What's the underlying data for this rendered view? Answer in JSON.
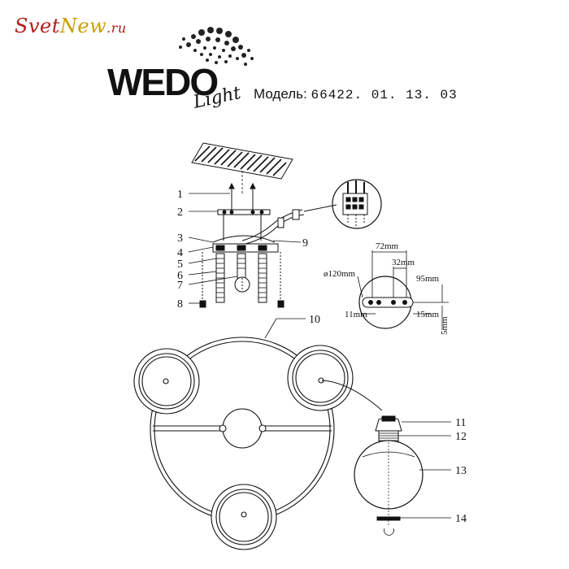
{
  "watermark": {
    "part1": "Svet",
    "part2": "New",
    "part3": ".ru"
  },
  "brand": {
    "name": "WEDO",
    "sub": "Light"
  },
  "model": {
    "label": "Модель:",
    "number": "66422. 01. 13. 03"
  },
  "callouts": [
    "1",
    "2",
    "3",
    "4",
    "5",
    "6",
    "7",
    "8",
    "9",
    "10",
    "11",
    "12",
    "13",
    "14"
  ],
  "dimensions": {
    "d120": "ø120mm",
    "d72": "72mm",
    "d32": "32mm",
    "d95": "95mm",
    "d11": "11mm",
    "d15": "15mm",
    "d5": "5mm"
  }
}
